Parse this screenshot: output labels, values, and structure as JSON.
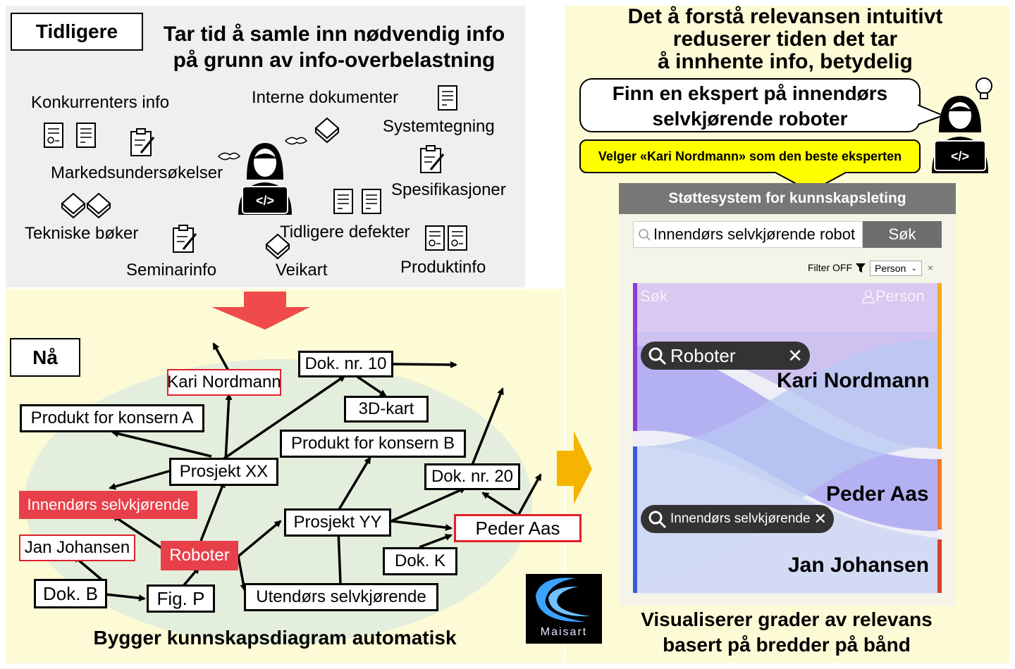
{
  "before": {
    "label": "Tidligere",
    "title_line1": "Tar tid å samle inn nødvendig info",
    "title_line2": "på grunn av info-overbelastning",
    "items": {
      "konkurrent": "Konkurrenters info",
      "interne": "Interne dokumenter",
      "system": "Systemtegning",
      "marked": "Markedsundersøkelser",
      "spesifikasjoner": "Spesifikasjoner",
      "tekniske": "Tekniske bøker",
      "defekter": "Tidligere defekter",
      "seminar": "Seminarinfo",
      "veikart": "Veikart",
      "produkt": "Produktinfo"
    }
  },
  "now": {
    "label": "Nå",
    "caption": "Bygger kunnskapsdiagram automatisk",
    "nodes": {
      "kari": "Kari Nordmann",
      "dok10": "Dok. nr. 10",
      "kart3d": "3D-kart",
      "produktA": "Produkt for konsern A",
      "produktB": "Produkt for konsern B",
      "prosjektXX": "Prosjekt XX",
      "dok20": "Dok. nr. 20",
      "innendors": "Innendørs selvkjørende",
      "prosjektYY": "Prosjekt YY",
      "peder": "Peder Aas",
      "jan": "Jan Johansen",
      "roboter": "Roboter",
      "dokK": "Dok. K",
      "dokB": "Dok. B",
      "figP": "Fig. P",
      "utendors": "Utendørs selvkjørende"
    }
  },
  "right": {
    "title_line1": "Det å forstå relevansen intuitivt",
    "title_line2": "reduserer tiden det tar",
    "title_line3": "å innhente info, betydelig",
    "bubble_line1": "Finn en ekspert på innendørs",
    "bubble_line2": "selvkjørende roboter",
    "select_text": "Velger «Kari Nordmann» som den beste eksperten",
    "system_title": "Støttesystem for kunnskapsleting",
    "search_value": "Innendørs selvkjørende robot",
    "search_button": "Søk",
    "filter_label": "Filter OFF",
    "person_select": "Person",
    "sankey_left": "Søk",
    "sankey_right": "Person",
    "chip1": "Roboter",
    "chip2": "Innendørs selvkjørende",
    "person1": "Kari Nordmann",
    "person2": "Peder Aas",
    "person3": "Jan Johansen",
    "caption_line1": "Visualiserer grader av relevans",
    "caption_line2": "basert på bredder på bånd"
  },
  "logo": {
    "text": "Maisart"
  },
  "colors": {
    "highlight_red": "#e8404a",
    "panel_yellow": "#fdfbd6",
    "panel_gray": "#efefef",
    "arrow_orange": "#f5b400"
  }
}
